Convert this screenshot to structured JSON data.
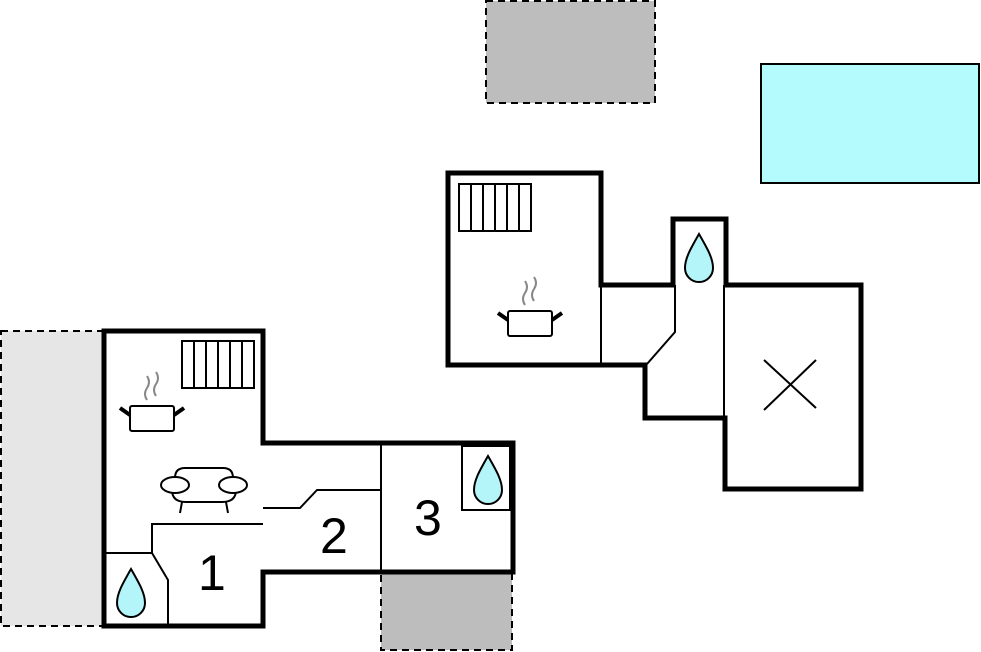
{
  "rooms": {
    "room1": "1",
    "room2": "2",
    "room3": "3"
  },
  "colors": {
    "water": "#b3f5f8",
    "pool": "#b3fbfd",
    "terrace": "#bdbdbd",
    "lawn": "#e6e6e6"
  },
  "icons": [
    "radiator-icon",
    "cooking-pot-icon",
    "sofa-icon",
    "water-drop-icon",
    "x-mark-icon"
  ]
}
